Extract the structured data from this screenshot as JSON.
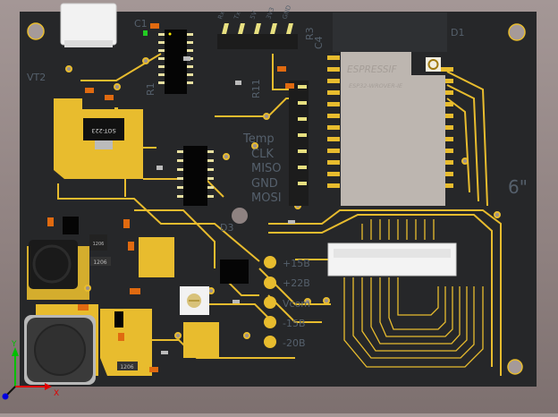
{
  "view": {
    "type": "pcb-3d-view"
  },
  "colors": {
    "board": "#262729",
    "copper": "#e8bc2e",
    "silkscreen": "#55606c",
    "background": "#978a89",
    "axis_x": "#e00000",
    "axis_y": "#00c000",
    "axis_z": "#0000e0"
  },
  "module": {
    "brand": "ESPRESSIF",
    "model": "ESP32-WROVER-IE",
    "ref": "D1"
  },
  "regulator": {
    "package": "SOT-223"
  },
  "inductor_labels": [
    "1206",
    "1206",
    "1206"
  ],
  "silkscreen": {
    "vt2": "VT2",
    "r1": "R1",
    "c1": "C1",
    "r11": "R11",
    "r3": "R3",
    "c4": "C4",
    "d3": "D3",
    "size_mark": "6\""
  },
  "header_pins": [
    "Rx",
    "Tx",
    "5V",
    "3V3",
    "GND"
  ],
  "spi_labels": [
    "Temp",
    "CLK",
    "MISO",
    "GND",
    "MOSI"
  ],
  "power_labels": [
    "+15B",
    "+22B",
    "Vcom",
    "-15B",
    "-20B"
  ],
  "axes": {
    "x": "X",
    "y": "Y"
  }
}
